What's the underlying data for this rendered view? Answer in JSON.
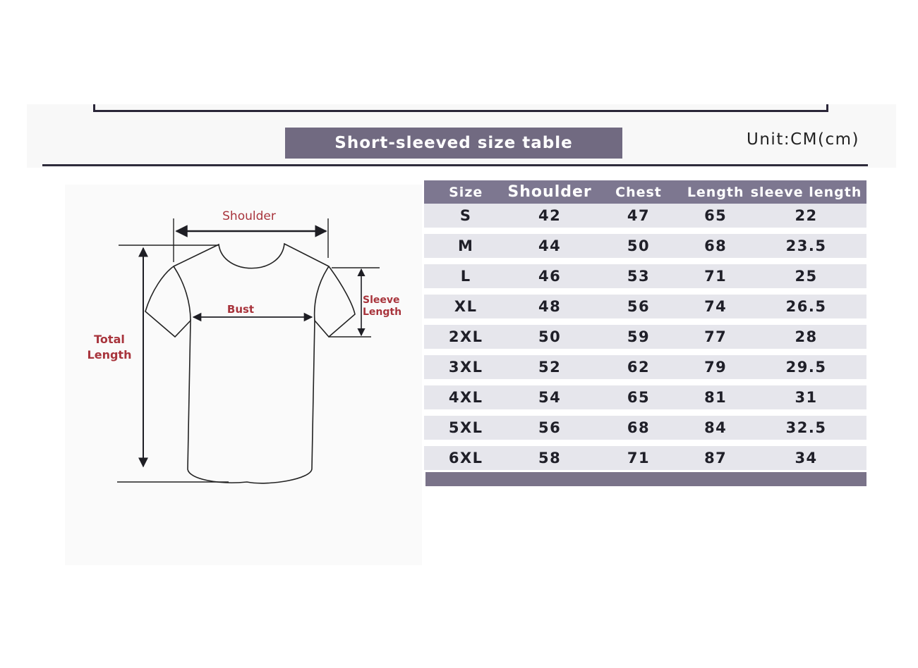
{
  "title": "Short-sleeved size  table",
  "unit": "Unit:CM(cm)",
  "diagram": {
    "shoulder_label": "Shoulder",
    "bust_label": "Bust",
    "sleeve_label_line1": "Sleeve",
    "sleeve_label_line2": "Length",
    "total_label_line1": "Total",
    "total_label_line2": "Length"
  },
  "table": {
    "headers": [
      "Size",
      "Shoulder",
      "Chest",
      "Length",
      "sleeve length"
    ],
    "rows": [
      [
        "S",
        "42",
        "47",
        "65",
        "22"
      ],
      [
        "M",
        "44",
        "50",
        "68",
        "23.5"
      ],
      [
        "L",
        "46",
        "53",
        "71",
        "25"
      ],
      [
        "XL",
        "48",
        "56",
        "74",
        "26.5"
      ],
      [
        "2XL",
        "50",
        "59",
        "77",
        "28"
      ],
      [
        "3XL",
        "52",
        "62",
        "79",
        "29.5"
      ],
      [
        "4XL",
        "54",
        "65",
        "81",
        "31"
      ],
      [
        "5XL",
        "56",
        "68",
        "84",
        "32.5"
      ],
      [
        "6XL",
        "58",
        "71",
        "87",
        "34"
      ]
    ]
  },
  "colors": {
    "banner": "#716a81",
    "header": "#7d7790",
    "row": "#e6e6ec",
    "label_red": "#a8343c"
  }
}
